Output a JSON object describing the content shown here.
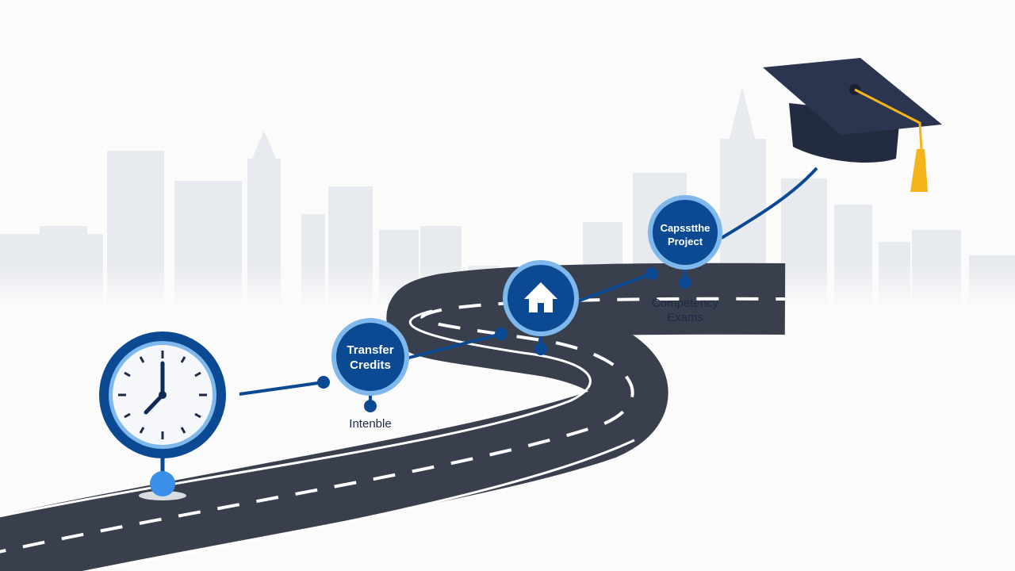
{
  "milestones": {
    "transfer": {
      "line1": "Transfer",
      "line2": "Credits",
      "caption": "Intenble"
    },
    "home": {
      "icon": "house-icon"
    },
    "capstone": {
      "line1": "Capsstthe",
      "line2": "Project"
    },
    "competency": {
      "line1": "Competency",
      "line2": "Exams"
    }
  },
  "icons": [
    "clock-icon",
    "house-icon",
    "graduation-cap-icon"
  ],
  "colors": {
    "primary": "#0b4a93",
    "ring": "#7fb8ec",
    "pin_dot": "#3b8fe8",
    "road": "#3a3f4d",
    "navy": "#2b3550",
    "tassel": "#f3b51b",
    "skyline": "#e7eaee"
  }
}
